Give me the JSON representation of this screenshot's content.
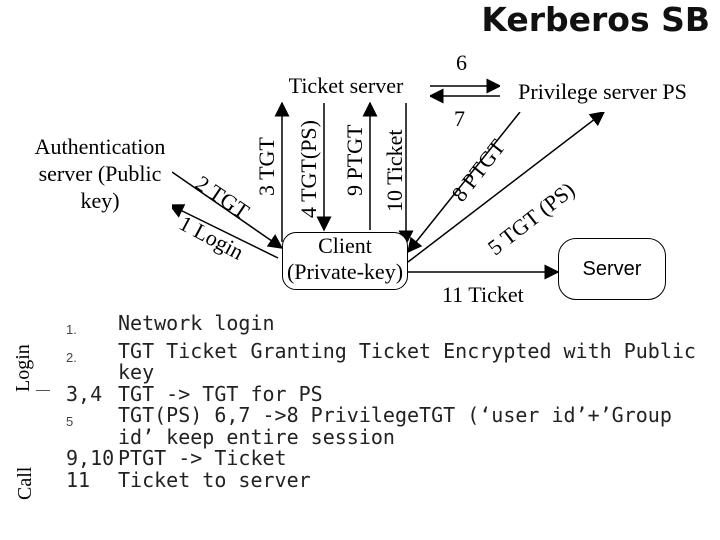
{
  "title": "Kerberos SB",
  "nodes": {
    "auth_server": "Authentication server (Public key)",
    "ticket_server": "Ticket server",
    "privilege_server": "Privilege server PS",
    "client": "Client (Private-key)",
    "server": "Server"
  },
  "arrow_labels": {
    "a1": "1 Login",
    "a2": "2 TGT",
    "a3": "3 TGT",
    "a4": "4 TGT(PS)",
    "a6": "6",
    "a7": "7",
    "a8": "8 PTGT",
    "a5": "5 TGT (PS)",
    "a9": "9 PTGT",
    "a10": "10 Ticket",
    "a11": "11 Ticket"
  },
  "side_labels": {
    "login": "Login",
    "call": "Call"
  },
  "steps": [
    {
      "num": "1.",
      "text": "Network login"
    },
    {
      "num": "2.",
      "text": "TGT Ticket Granting Ticket Encrypted with Public key"
    },
    {
      "num": "3,4",
      "text": "TGT -> TGT for PS"
    },
    {
      "num": "5",
      "text": "TGT(PS) 6,7 ->8 PrivilegeTGT (‘user id’+’Group id’ keep entire session"
    },
    {
      "num": "9,10",
      "text": "PTGT -> Ticket"
    },
    {
      "num": "11",
      "text": "Ticket to server"
    }
  ]
}
